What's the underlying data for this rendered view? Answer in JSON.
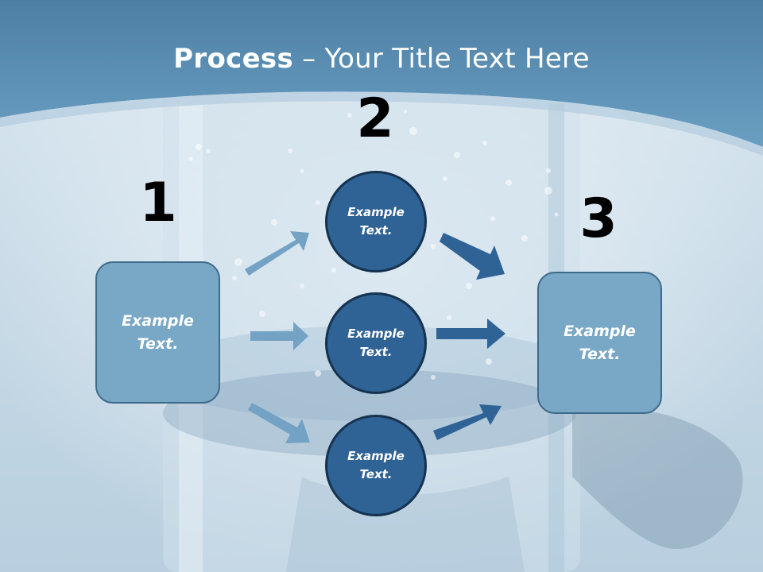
{
  "title": {
    "bold": "Process",
    "rest": " – Your Title Text Here"
  },
  "steps": [
    {
      "number": "1",
      "text": "Example Text."
    },
    {
      "number": "2",
      "items": [
        {
          "text": "Example Text."
        },
        {
          "text": "Example Text."
        },
        {
          "text": "Example Text."
        }
      ]
    },
    {
      "number": "3",
      "text": "Example Text."
    }
  ],
  "colors": {
    "header": "#5a90b4",
    "box_fill": "#79a7c6",
    "circle_fill": "#2f6295",
    "arrow_light": "#74a2c4",
    "arrow_dark": "#2f6295"
  }
}
